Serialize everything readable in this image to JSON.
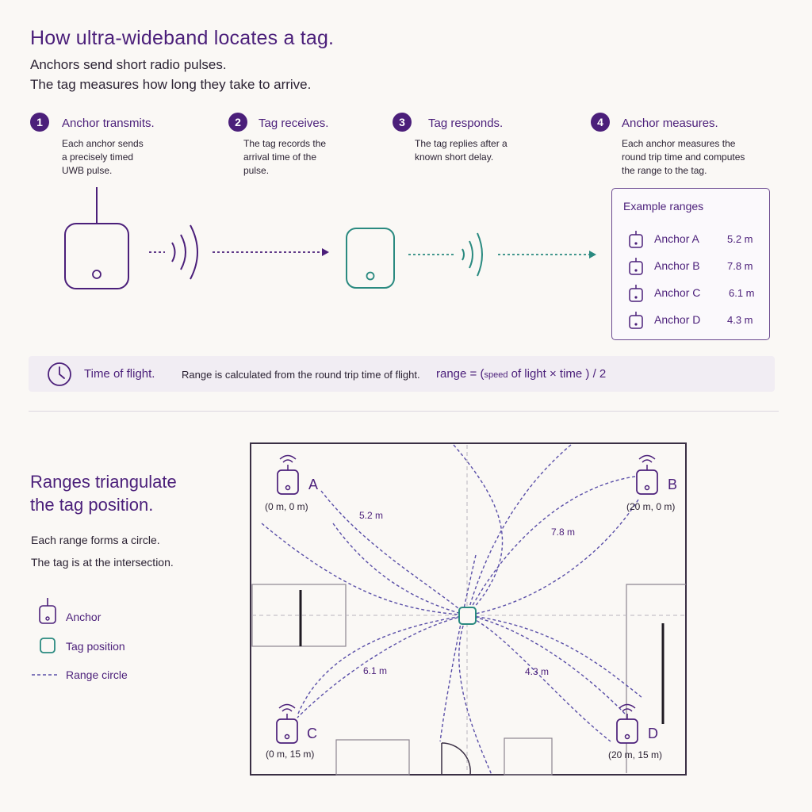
{
  "header": {
    "title": "How ultra-wideband locates a tag.",
    "intro_line1": "Anchors send short radio pulses.",
    "intro_line2": "The tag measures how long they take to arrive."
  },
  "steps": [
    {
      "num": "1",
      "title": "Anchor transmits.",
      "desc": "Each anchor sends\na precisely timed\nUWB pulse."
    },
    {
      "num": "2",
      "title": "Tag receives.",
      "desc": "The tag records the\narrival time of the\npulse."
    },
    {
      "num": "3",
      "title": "Tag responds.",
      "desc": "The tag replies after a\nknown short delay."
    },
    {
      "num": "4",
      "title": "Anchor measures.",
      "desc": "Each anchor measures the\nround trip time and computes\nthe range to the tag."
    }
  ],
  "example_ranges": {
    "title": "Example ranges",
    "rows": [
      {
        "name": "Anchor A",
        "value": "5.2 m"
      },
      {
        "name": "Anchor B",
        "value": "7.8 m"
      },
      {
        "name": "Anchor C",
        "value": "6.1 m"
      },
      {
        "name": "Anchor D",
        "value": "4.3 m"
      }
    ]
  },
  "time_of_flight": {
    "title": "Time of flight.",
    "desc": "Range is calculated from the round trip time of flight.",
    "formula_start": "range = (",
    "formula_small": "speed",
    "formula_end": " of light × time ) / 2"
  },
  "triangulation": {
    "title_line1": "Ranges triangulate",
    "title_line2": "the tag position.",
    "desc_line1": "Each range forms a circle.",
    "desc_line2": "The tag is at the intersection."
  },
  "legend": {
    "anchor": "Anchor",
    "tag": "Tag position",
    "range": "Range circle"
  },
  "map": {
    "anchors": [
      {
        "letter": "A",
        "coord": "(0 m, 0 m)",
        "range": "5.2 m"
      },
      {
        "letter": "B",
        "coord": "(20 m, 0 m)",
        "range": "7.8 m"
      },
      {
        "letter": "C",
        "coord": "(0 m, 15 m)",
        "range": "6.1 m"
      },
      {
        "letter": "D",
        "coord": "(20 m, 15 m)",
        "range": "4.3 m"
      }
    ]
  },
  "colors": {
    "purple": "#4b1f7a",
    "teal": "#2a8a80",
    "dash": "#5a4fa8"
  }
}
